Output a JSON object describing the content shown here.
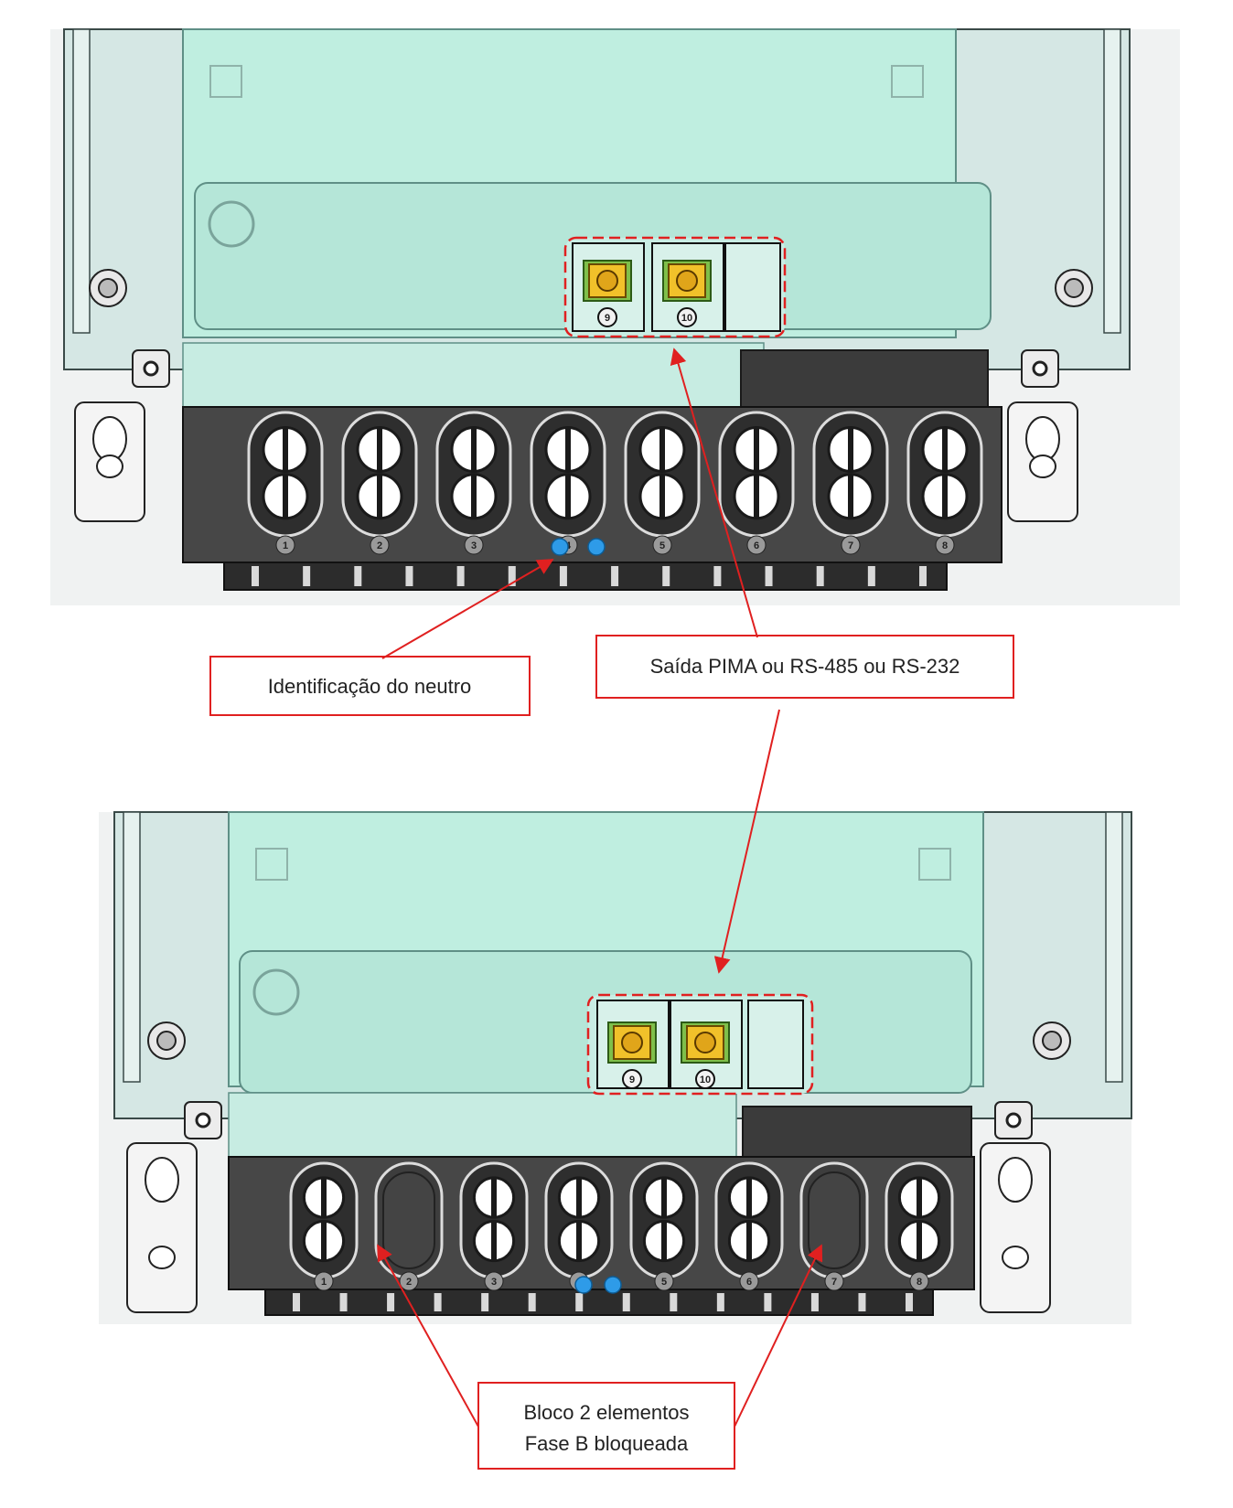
{
  "colors": {
    "cover": "#bfeee0",
    "cover_edge": "#5f8f86",
    "block": "#474747",
    "block_dark": "#2c2c2c",
    "annotation": "#e02020",
    "neutral_dot": "#2e9be8",
    "terminal_face": "#f1c12a",
    "terminal_base": "#7fbf4a"
  },
  "panels": [
    {
      "name": "top",
      "terminals": [
        "1",
        "2",
        "3",
        "4",
        "5",
        "6",
        "7",
        "8"
      ],
      "blocked": [],
      "comm_terminals": [
        "9",
        "10"
      ]
    },
    {
      "name": "bottom",
      "terminals": [
        "1",
        "2",
        "3",
        "4",
        "5",
        "6",
        "7",
        "8"
      ],
      "blocked": [
        "2",
        "7"
      ],
      "comm_terminals": [
        "9",
        "10"
      ]
    }
  ],
  "callouts": {
    "neutral": "Identificação do neutro",
    "output": "Saída PIMA ou RS-485 ou RS-232",
    "block_line1": "Bloco 2 elementos",
    "block_line2": "Fase B bloqueada"
  }
}
